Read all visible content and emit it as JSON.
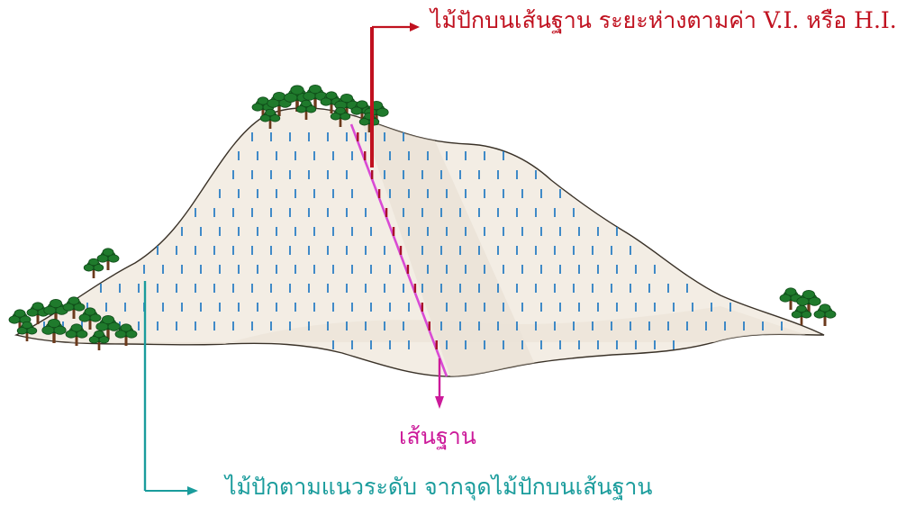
{
  "labels": {
    "top": "ไม้ปักบนเส้นฐาน ระยะห่างตามค่า V.I. หรือ H.I.",
    "baseline": "เส้นฐาน",
    "bottom": "ไม้ปักตามแนวระดับ จากจุดไม้ปักบนเส้นฐาน"
  },
  "colors": {
    "top_label": "#c0111f",
    "baseline_label": "#cc1a9a",
    "bottom_label": "#1a9c9c",
    "baseline_line": "#d94ad4",
    "hill_fill": "#f3ede4",
    "stake_blue": "#2b7fc4",
    "stake_red": "#a8102a",
    "tree_green": "#1f7a2c",
    "trunk": "#6b3a1c"
  },
  "icons": [
    "tree-icon",
    "stake-icon",
    "arrow-icon"
  ]
}
